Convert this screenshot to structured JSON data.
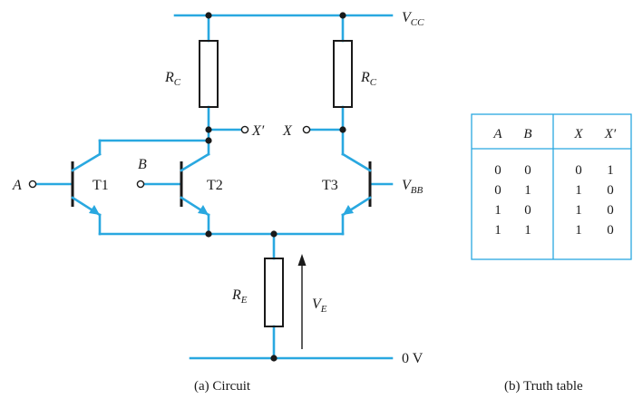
{
  "circuit": {
    "supply_label": "V",
    "supply_sub": "CC",
    "rc_left": {
      "main": "R",
      "sub": "C"
    },
    "rc_right": {
      "main": "R",
      "sub": "C"
    },
    "re": {
      "main": "R",
      "sub": "E"
    },
    "ve": {
      "main": "V",
      "sub": "E"
    },
    "vbb": {
      "main": "V",
      "sub": "BB"
    },
    "ground_label": "0 V",
    "input_a": "A",
    "input_b": "B",
    "output_x": "X",
    "output_xprime": "X′",
    "t1": "T1",
    "t2": "T2",
    "t3": "T3",
    "caption": "(a) Circuit"
  },
  "truth_table": {
    "headers": [
      "A",
      "B",
      "X",
      "X′"
    ],
    "rows": [
      [
        "0",
        "0",
        "0",
        "1"
      ],
      [
        "0",
        "1",
        "1",
        "0"
      ],
      [
        "1",
        "0",
        "1",
        "0"
      ],
      [
        "1",
        "1",
        "1",
        "0"
      ]
    ],
    "caption": "(b) Truth table"
  },
  "colors": {
    "wire": "#29a8e0",
    "ink": "#1a1a1a",
    "table_rule": "#29a8e0"
  }
}
